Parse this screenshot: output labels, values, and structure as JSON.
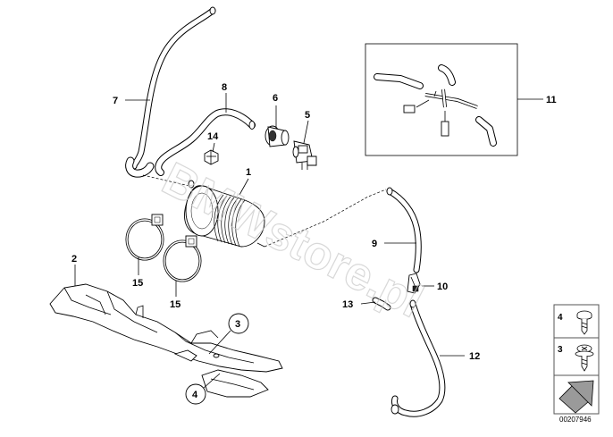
{
  "watermark": "BMWstore.pl",
  "catalog_number": "00207946",
  "callouts": [
    {
      "id": "7",
      "label": "7"
    },
    {
      "id": "8",
      "label": "8"
    },
    {
      "id": "6",
      "label": "6"
    },
    {
      "id": "5",
      "label": "5"
    },
    {
      "id": "14",
      "label": "14"
    },
    {
      "id": "1",
      "label": "1"
    },
    {
      "id": "2",
      "label": "2"
    },
    {
      "id": "15a",
      "label": "15"
    },
    {
      "id": "15b",
      "label": "15"
    },
    {
      "id": "3",
      "label": "3",
      "circled": true
    },
    {
      "id": "4",
      "label": "4",
      "circled": true
    },
    {
      "id": "9",
      "label": "9"
    },
    {
      "id": "10",
      "label": "10"
    },
    {
      "id": "13",
      "label": "13"
    },
    {
      "id": "12",
      "label": "12"
    },
    {
      "id": "11",
      "label": "11"
    }
  ],
  "fastener_table": [
    {
      "label": "4",
      "icon": "screw-icon"
    },
    {
      "label": "3",
      "icon": "washer-screw-icon"
    }
  ],
  "colors": {
    "line": "#000000",
    "background": "#ffffff",
    "watermark": "#c8c8c8",
    "table_border": "#555555",
    "arrow_fill": "#9a9a9a"
  }
}
